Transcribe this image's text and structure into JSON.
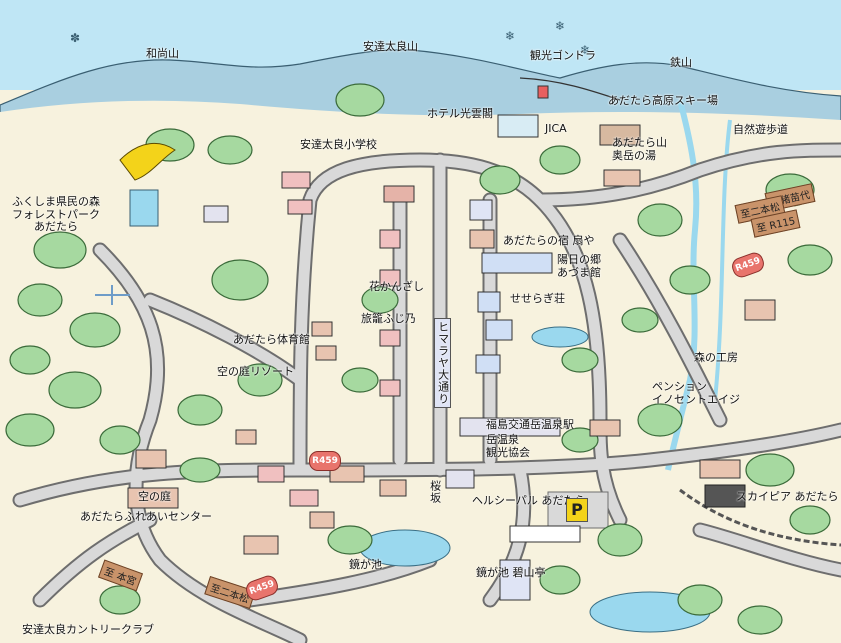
{
  "mountains": {
    "wasan": "和尚山",
    "adatara": "安達太良山",
    "tetsuzan": "鉄山",
    "gondola": "観光ゴンドラ",
    "ski": "あだたら高原スキー場"
  },
  "places": {
    "hotel_kouunkaku": "ホテル光雲閣",
    "jica": "JICA",
    "elementary_school": "安達太良小学校",
    "okudake_onsen": "あだたら山\n奥岳の湯",
    "nature_trail": "自然遊歩道",
    "fukushima_forest": "ふくしま県民の森\nフォレストパーク\nあだたら",
    "adatara_no_yado": "あだたらの宿 扇や",
    "youhi_no_sato": "陽日の郷\nあづま館",
    "hanakanzashi": "花かんざし",
    "ryokan_fujino": "旅籠ふじ乃",
    "seseragi_sou": "せせらぎ荘",
    "himalaya_street": "ヒマラヤ大通り",
    "gymnasium": "あだたら体育館",
    "sora_no_niwa_resort": "空の庭リゾート",
    "mori_no_koubou": "森の工房",
    "pension_innocent": "ペンション\nイノセントエイジ",
    "fukushima_kotsu": "福島交通岳温泉駅",
    "dake_onsen_kankou": "岳温泉\n観光協会",
    "sakura_zaka": "桜坂",
    "helsi_pal": "ヘルシーパル あだたら",
    "sora_no_niwa": "空の庭",
    "fureai_center": "あだたらふれあいセンター",
    "kagamigaike": "鏡が池",
    "hekizantei": "鏡が池 碧山亭",
    "skypia": "スカイピア あだたら",
    "country_club": "安達太良カントリークラブ"
  },
  "signs": {
    "kitakata": "至猪苗代",
    "nihonmatsu_top": "至二本松",
    "route115": "至 R115",
    "nihonmatsu_bottom": "至二本松",
    "dake_yunomoto": "至 本宮"
  },
  "roads": {
    "r459_east": "R459",
    "r459_center": "R459",
    "r459_south": "R459"
  },
  "parking": {
    "label": "P"
  },
  "colors": {
    "sky": "#bfe6f5",
    "mountain": "#a9cfe0",
    "ground": "#f7f2de",
    "road": "#d9d9d9",
    "road_edge": "#6e6e6e",
    "tree": "#a6d9a0",
    "tree_edge": "#3b6b3a",
    "water": "#9ad8ee",
    "route_shield": "#e8746c"
  }
}
